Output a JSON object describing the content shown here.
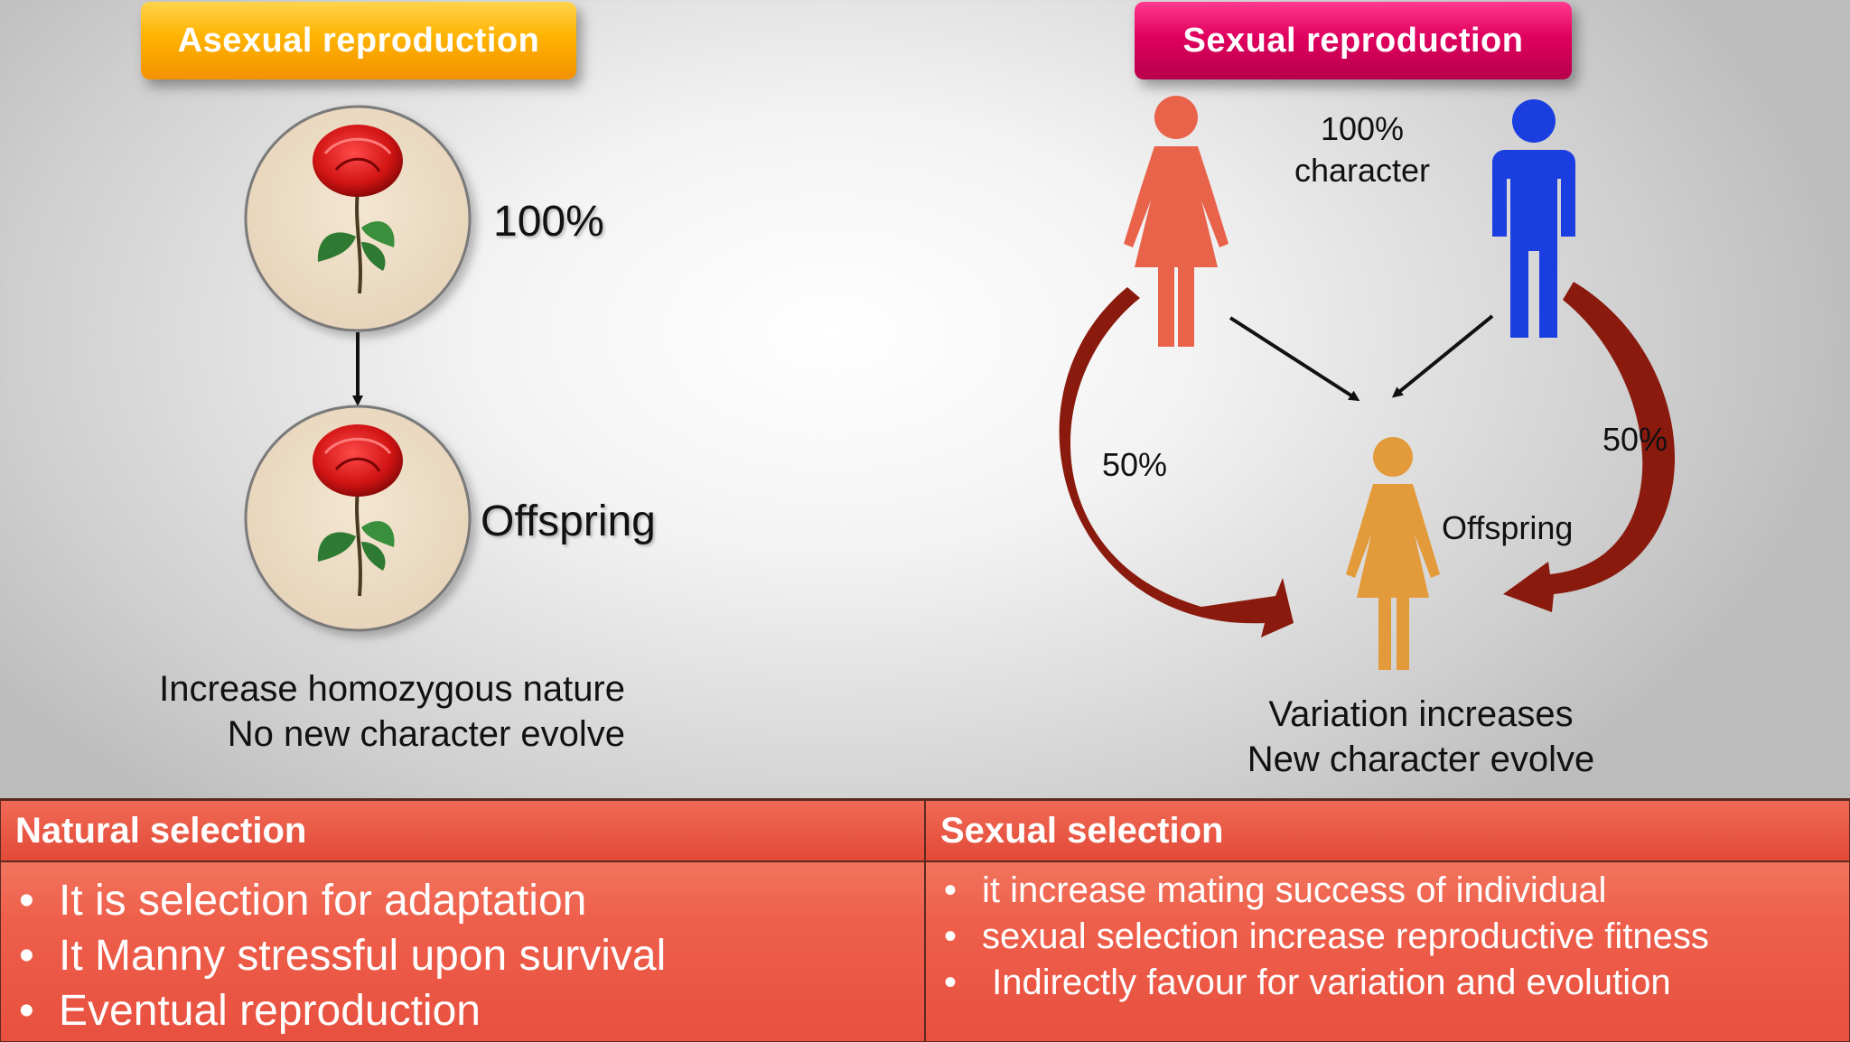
{
  "asexual": {
    "title": "Asexual reproduction",
    "parent_label": "100%",
    "offspring_label": "Offspring",
    "notes": [
      "Increase homozygous nature",
      "No new character evolve"
    ]
  },
  "sexual": {
    "title": "Sexual reproduction",
    "parents_label_line1": "100%",
    "parents_label_line2": "character",
    "left_percent": "50%",
    "right_percent": "50%",
    "offspring_label": "Offspring",
    "notes": [
      "Variation increases",
      "New character evolve"
    ],
    "colors": {
      "female": "#e8634a",
      "male": "#1a3ee0",
      "offspring": "#e39a3a",
      "curved_arrow": "#8b1a0e"
    }
  },
  "table": {
    "col1_header": "Natural selection",
    "col2_header": "Sexual selection",
    "col1_items": [
      "It is selection for adaptation",
      "It Manny stressful upon survival",
      "Eventual reproduction"
    ],
    "col2_items": [
      "it increase mating success of individual",
      "sexual selection increase reproductive fitness",
      " Indirectly favour for variation and evolution"
    ],
    "bullet": "•"
  }
}
